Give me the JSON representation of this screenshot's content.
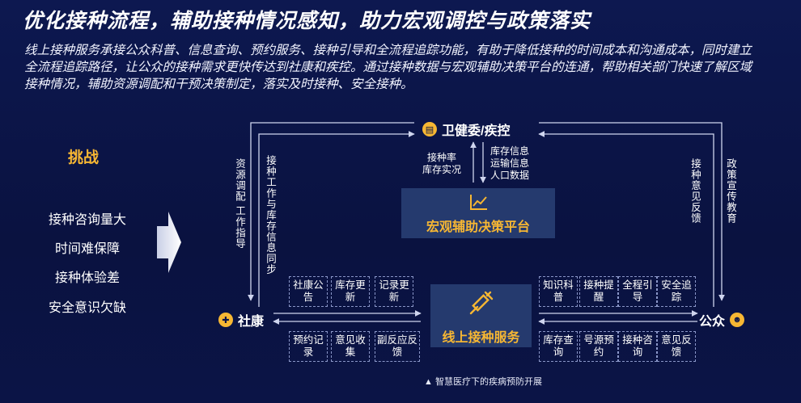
{
  "title": "优化接种流程，辅助接种情况感知，助力宏观调控与政策落实",
  "description": "线上接种服务承接公众科普、信息查询、预约服务、接种引导和全流程追踪功能，有助于降低接种的时间成本和沟通成本，同时建立全流程追踪路径，让公众的接种需求更快传达到社康和疾控。通过接种数据与宏观辅助决策平台的连通，帮助相关部门快速了解区域接种情况，辅助资源调配和干预决策制定，落实及时接种、安全接种。",
  "challenges": {
    "title": "挑战",
    "items": [
      "接种咨询量大",
      "时间难保障",
      "接种体验差",
      "安全意识欠缺"
    ]
  },
  "nodes": {
    "top": "卫健委/疾控",
    "left": "社康",
    "right": "公众",
    "platform": "宏观辅助决策平台",
    "service": "线上接种服务"
  },
  "flows": {
    "left_outer": "资源调配 工作指导",
    "left_inner": "接种工作与库存信息同步",
    "right_inner": "接种意见反馈",
    "right_outer": "政策宣传教育",
    "up_to_top": "接种率\n库存实况",
    "down_from_top": "库存信息\n运输信息\n人口数据"
  },
  "left_top_boxes": [
    "社康公告",
    "库存更新",
    "记录更新"
  ],
  "left_bottom_boxes": [
    "预约记录",
    "意见收集",
    "副反应反馈"
  ],
  "right_top_boxes": [
    "知识科普",
    "接种提醒",
    "全程引导",
    "安全追踪"
  ],
  "right_bottom_boxes": [
    "库存查询",
    "号源预约",
    "接种咨询",
    "意见反馈"
  ],
  "caption": "▲ 智慧医疗下的疾病预防开展",
  "colors": {
    "accent": "#f7b733",
    "panel": "#253a6e",
    "background": "#0b1446"
  }
}
